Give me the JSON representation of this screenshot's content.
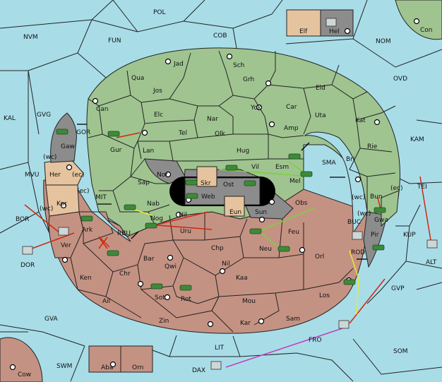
{
  "colors": {
    "water": "#a8dde8",
    "green": "#9fc490",
    "brown": "#c49283",
    "tan": "#e6c39f",
    "dark": "#8c8c8c",
    "unit": "#3d8a3a",
    "move_red": "#cc2a10",
    "move_green": "#7ad23a",
    "move_yellow": "#e8e832",
    "move_purple": "#c040c0"
  },
  "sea_labels": [
    "POL",
    "NVM",
    "FUN",
    "COB",
    "NOM",
    "CON",
    "OVD",
    "KAL",
    "GVG",
    "GOR",
    "MVU",
    "SMA",
    "KAM",
    "TEI",
    "MIT",
    "BOR",
    "RBU",
    "BUC",
    "KUP",
    "ROD",
    "ALT",
    "DOR",
    "GVP",
    "GVA",
    "FRO",
    "SOM",
    "LIT",
    "SWM",
    "DAX",
    "COW"
  ],
  "sea_display": {
    "POL": "POL",
    "NVM": "NVM",
    "FUN": "FUN",
    "COB": "COB",
    "NOM": "NOM",
    "CON": "Con",
    "OVD": "OVD",
    "KAL": "KAL",
    "GVG": "GVG",
    "GOR": "GOR",
    "MVU": "MVU",
    "SMA": "SMA",
    "KAM": "KAM",
    "TEI": "TEI",
    "MIT": "MIT",
    "BOR": "BOR",
    "RBU": "RBU",
    "BUC": "BUC",
    "KUP": "KUP",
    "ROD": "ROD",
    "ALT": "ALT",
    "DOR": "DOR",
    "GVP": "GVP",
    "GVA": "GVA",
    "FRO": "FRO",
    "SOM": "SOM",
    "LIT": "LIT",
    "SWM": "SWM",
    "DAX": "DAX",
    "COW": "Cow"
  },
  "land_labels": {
    "jad": "Jad",
    "sch": "Sch",
    "qua": "Qua",
    "jos": "Jos",
    "grh": "Grh",
    "eld": "Eld",
    "can": "Can",
    "yok": "Yok",
    "car": "Car",
    "uta": "Uta",
    "elc": "Elc",
    "nar": "Nar",
    "tel": "Tel",
    "olk": "Olk",
    "amp": "Amp",
    "kat": "Kat",
    "gur": "Gur",
    "lan": "Lan",
    "hug": "Hug",
    "rie": "Rie",
    "bri": "Bri",
    "esm": "Esm",
    "gaw": "Gaw",
    "nor": "Nor",
    "vil": "Vil",
    "mel": "Mel",
    "skr": "Skr",
    "ost": "Ost",
    "web": "Web",
    "sap": "Sap",
    "her": "Her",
    "kor": "Kor",
    "nab": "Nab",
    "eun": "Eun",
    "sun": "Sun",
    "obs": "Obs",
    "bun": "Bun",
    "gwa": "Gwa",
    "hil": "Hil",
    "nog": "Nog",
    "uru": "Uru",
    "feu": "Feu",
    "pir": "Pir",
    "ark": "Ark",
    "ver": "Ver",
    "chp": "Chp",
    "neu": "Neu",
    "orl": "Orl",
    "bar": "Bar",
    "qwi": "Qwi",
    "nil": "Nil",
    "ken": "Ken",
    "chr": "Chr",
    "kaa": "Kaa",
    "los": "Los",
    "sot": "Sot",
    "rot": "Rot",
    "ail": "Ail",
    "mou": "Mou",
    "zin": "Zin",
    "kar": "Kar",
    "sam": "Sam",
    "elf": "Elf",
    "hel": "Hel",
    "aba": "Aba",
    "orn": "Orn"
  },
  "coast_marks": [
    "(wc)",
    "(ec)",
    "(ec)",
    "(wc)",
    "(wc)",
    "(ec)",
    "(wc)"
  ],
  "legend_units": "fleet/army markers shown as icons"
}
